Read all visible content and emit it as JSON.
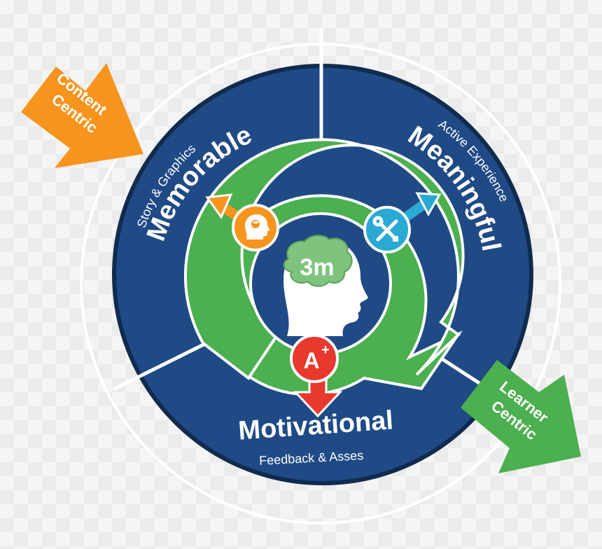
{
  "colors": {
    "navy": "#1f4a85",
    "navy_border": "#0f2b4e",
    "green": "#4caf50",
    "brain_green": "#7fc47e",
    "orange": "#f7941d",
    "teal": "#2aa9d3",
    "red": "#e8392f",
    "white": "#ffffff"
  },
  "center": {
    "brain_label": "3m"
  },
  "segments": {
    "memorable": {
      "title": "Memorable",
      "subtitle": "Story & Graphics",
      "icon": "lightbulb-head-icon"
    },
    "meaningful": {
      "title": "Meaningful",
      "subtitle": "Active Experience",
      "icon": "tools-icon"
    },
    "motivational": {
      "title": "Motivational",
      "subtitle": "Feedback & Asses",
      "icon": "grade-icon",
      "badge": "A",
      "badge_sup": "+"
    }
  },
  "arrows": {
    "content": {
      "line1": "Content",
      "line2": "Centric"
    },
    "learner": {
      "line1": "Learner",
      "line2": "Centric"
    }
  }
}
